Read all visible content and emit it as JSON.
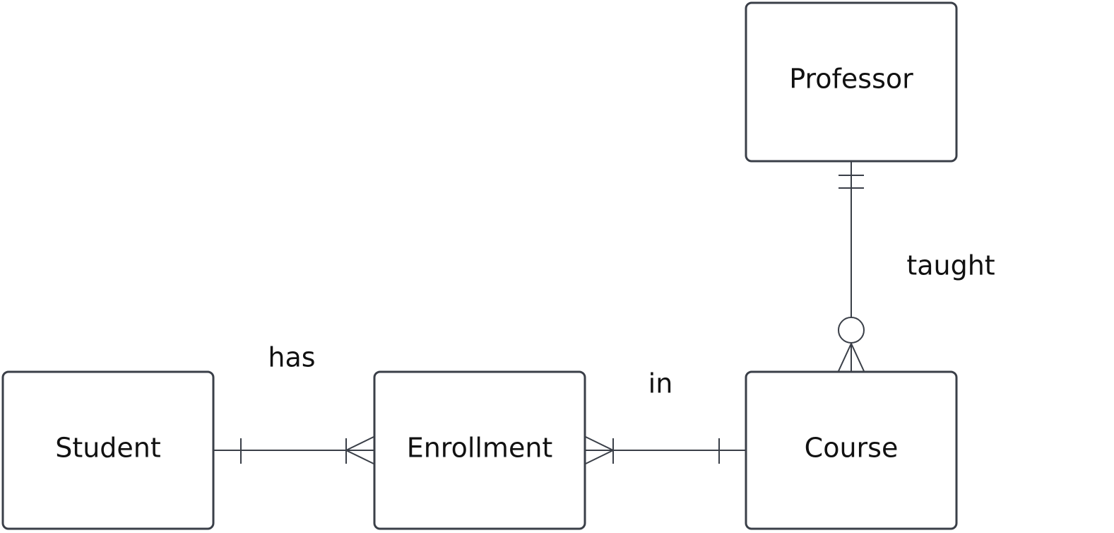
{
  "entities": {
    "student": {
      "label": "Student"
    },
    "enrollment": {
      "label": "Enrollment"
    },
    "course": {
      "label": "Course"
    },
    "professor": {
      "label": "Professor"
    }
  },
  "relationships": {
    "has": {
      "label": "has",
      "from": "Student",
      "to": "Enrollment",
      "from_cardinality": "one",
      "to_cardinality": "one-or-many"
    },
    "in": {
      "label": "in",
      "from": "Enrollment",
      "to": "Course",
      "from_cardinality": "one-or-many",
      "to_cardinality": "one"
    },
    "taught": {
      "label": "taught",
      "from": "Professor",
      "to": "Course",
      "from_cardinality": "exactly-one",
      "to_cardinality": "zero-or-many"
    }
  },
  "colors": {
    "line": "#3a3f48",
    "text": "#111111",
    "background": "#ffffff"
  }
}
